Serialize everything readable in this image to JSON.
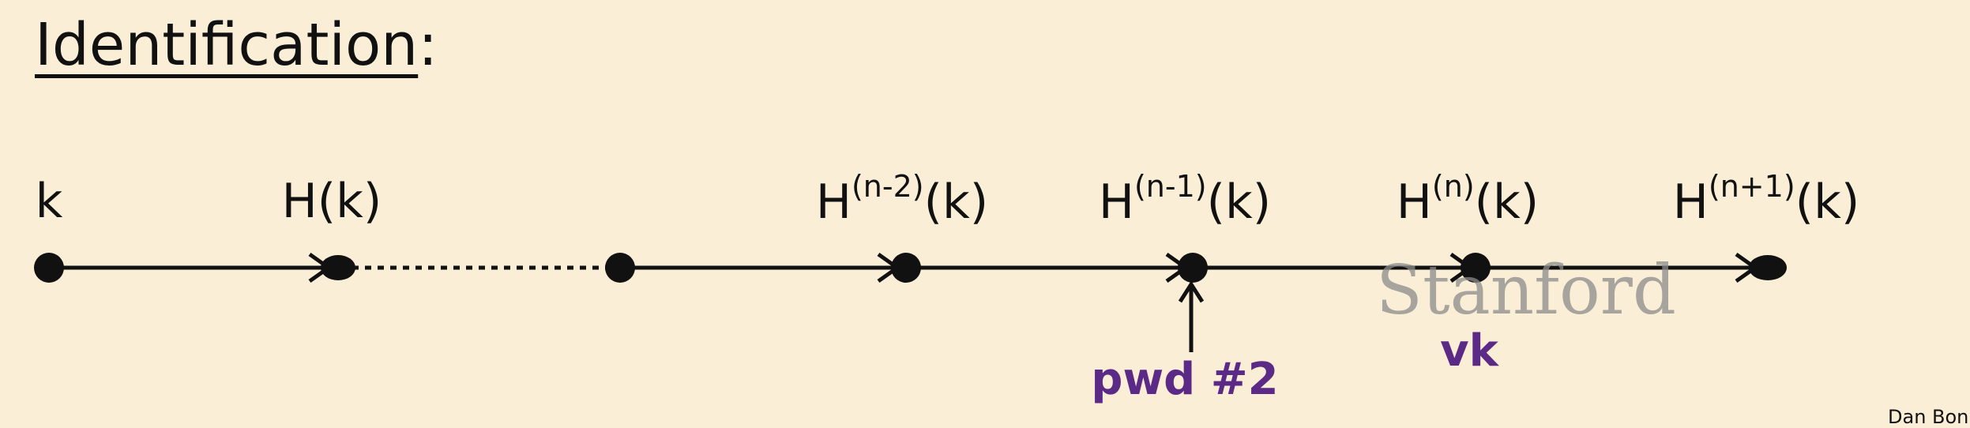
{
  "title": {
    "text": "Identification",
    "colon": ":"
  },
  "nodes": [
    {
      "id": "k",
      "base": "k",
      "sup": "",
      "tail": ""
    },
    {
      "id": "h1",
      "base": "H(k)",
      "sup": "",
      "tail": ""
    },
    {
      "id": "blank",
      "base": "",
      "sup": "",
      "tail": ""
    },
    {
      "id": "hn-2",
      "base": "H",
      "sup": "(n-2)",
      "tail": "(k)"
    },
    {
      "id": "hn-1",
      "base": "H",
      "sup": "(n-1)",
      "tail": "(k)"
    },
    {
      "id": "hn",
      "base": "H",
      "sup": "(n)",
      "tail": "(k)"
    },
    {
      "id": "hn+1",
      "base": "H",
      "sup": "(n+1)",
      "tail": "(k)"
    }
  ],
  "annotations": {
    "pwd": "pwd #2",
    "vk": "vk"
  },
  "watermark": "Stanford",
  "credit": "Dan Bon",
  "colors": {
    "background": "#fbeed6",
    "accent": "#5b2a86",
    "line": "#111111"
  }
}
